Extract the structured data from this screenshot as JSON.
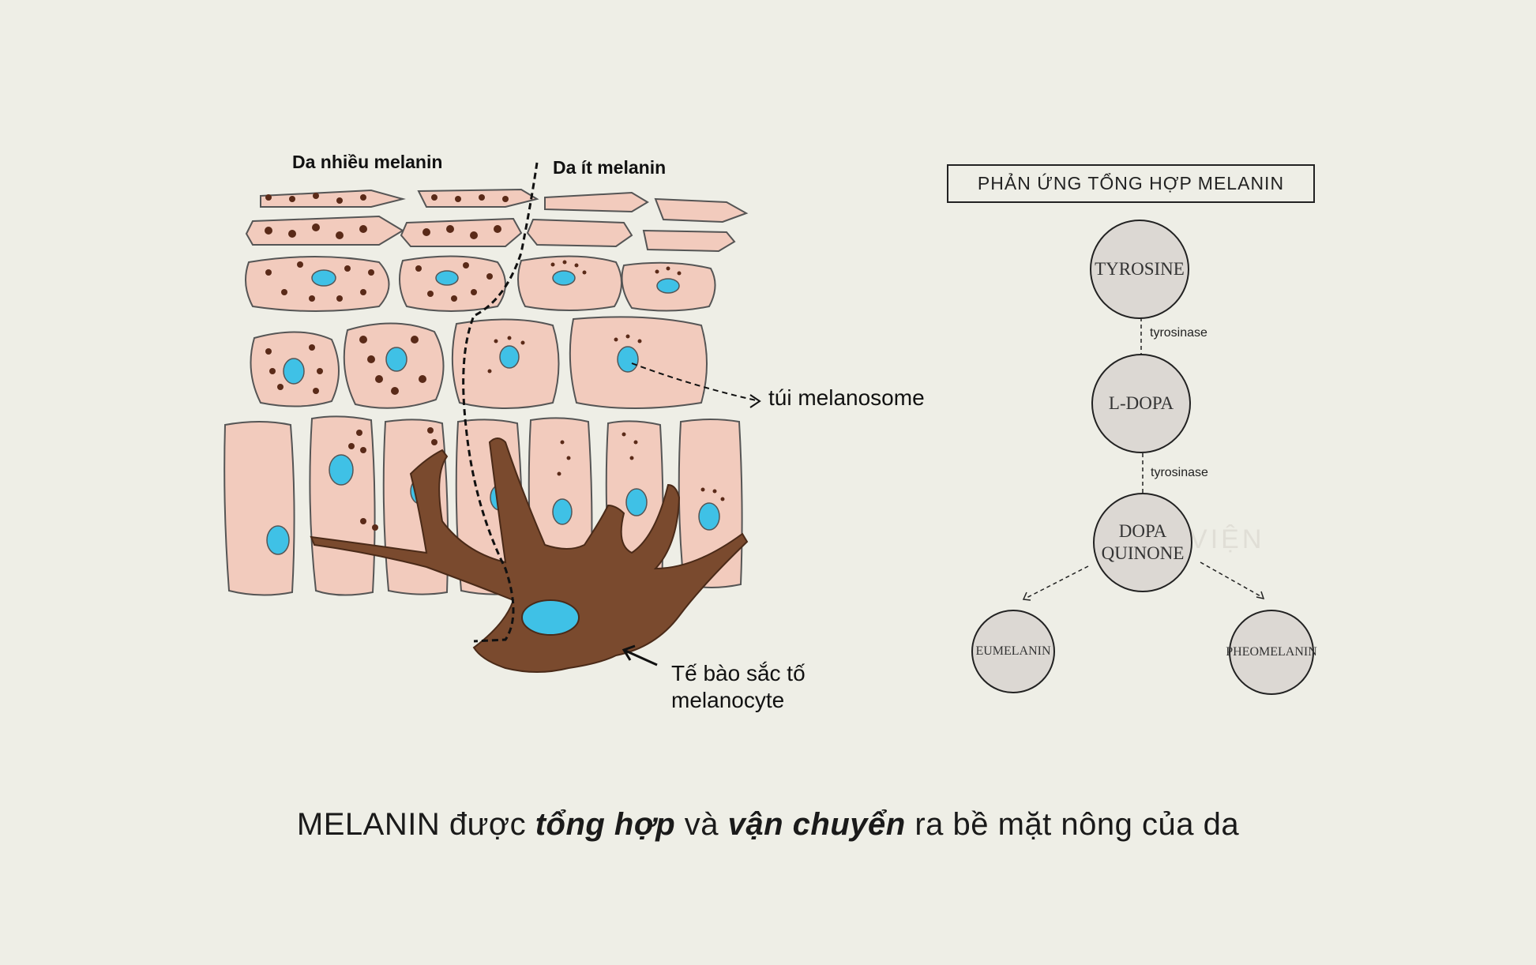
{
  "illustration": {
    "label_high": "Da nhiều melanin",
    "label_low": "Da ít melanin",
    "label_melanosome": "túi melanosome",
    "label_melanocyte_line1": "Tế bào sắc tố",
    "label_melanocyte_line2": "melanocyte"
  },
  "flow": {
    "title": "PHẢN ỨNG TỔNG HỢP MELANIN",
    "nodes": {
      "tyrosine": "TYROSINE",
      "ldopa": "L-DOPA",
      "dopaquinone_line1": "DOPA",
      "dopaquinone_line2": "QUINONE",
      "eumelanin": "EUMELANIN",
      "pheomelanin": "PHEOMELANIN"
    },
    "enzyme_1": "tyrosinase",
    "enzyme_2": "tyrosinase",
    "watermark": "LÃNG VIỆN"
  },
  "caption": {
    "part1": "MELANIN được ",
    "em1": "tổng hợp",
    "part2": " và ",
    "em2": "vận chuyển",
    "part3": " ra bề mặt nông của da"
  },
  "colors": {
    "background": "#eeeee6",
    "cell": "#f2cbbd",
    "nucleus": "#3fc1e6",
    "melanin": "#5a2a18",
    "melanocyte": "#7a4a2e",
    "node_fill": "#dcd8d3"
  }
}
